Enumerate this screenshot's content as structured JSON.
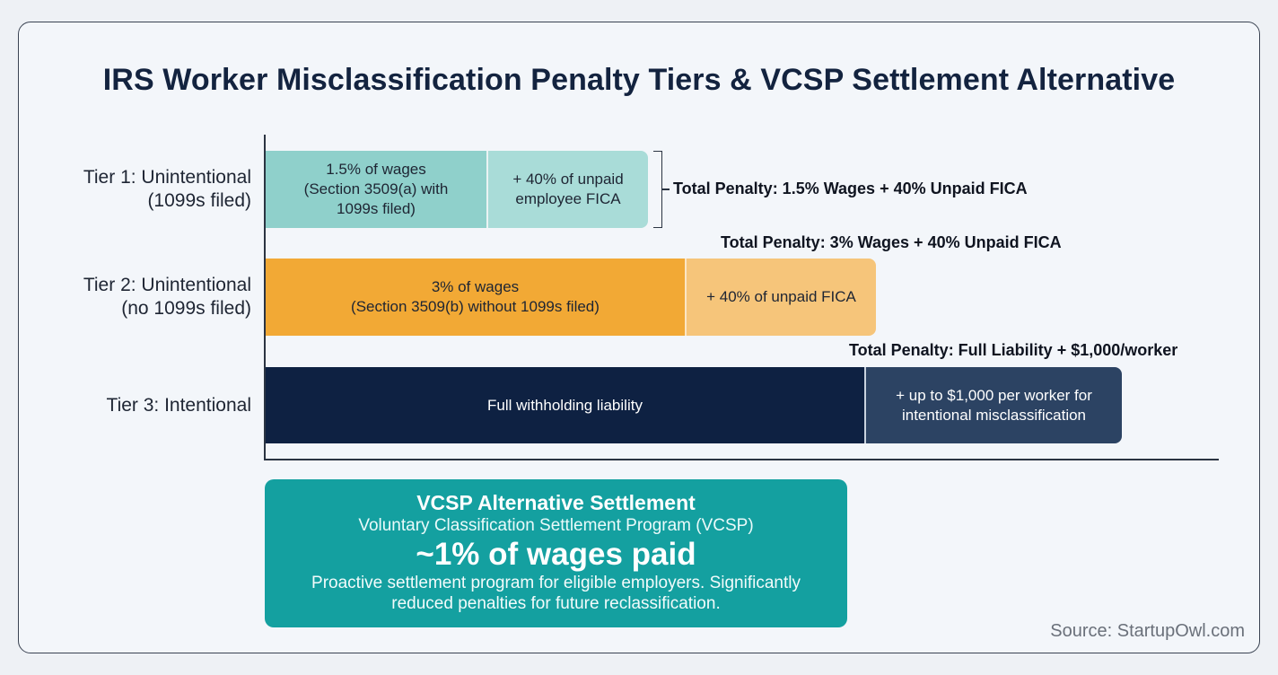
{
  "title": "IRS Worker Misclassification Penalty Tiers & VCSP Settlement Alternative",
  "colors": {
    "tier1_base": "#8fd0cb",
    "tier1_add": "#a9dcd8",
    "tier2_base": "#f2a935",
    "tier2_add": "#f6c57a",
    "tier3_base": "#0e2142",
    "tier3_add": "#2c4363",
    "vcsp": "#14a0a0"
  },
  "tiers": [
    {
      "label_line1": "Tier 1: Unintentional",
      "label_line2": "(1099s filed)",
      "base_text": [
        "1.5% of wages",
        "(Section 3509(a) with",
        "1099s filed)"
      ],
      "add_text": [
        "+ 40% of unpaid",
        "employee FICA"
      ],
      "total": "Total Penalty: 1.5% Wages + 40% Unpaid FICA"
    },
    {
      "label_line1": "Tier 2: Unintentional",
      "label_line2": "(no 1099s filed)",
      "base_text": [
        "3% of wages",
        "(Section 3509(b) without 1099s filed)"
      ],
      "add_text": [
        "+ 40% of unpaid FICA"
      ],
      "total": "Total Penalty: 3% Wages + 40% Unpaid FICA"
    },
    {
      "label_line1": "Tier 3: Intentional",
      "label_line2": "",
      "base_text": [
        "Full withholding liability"
      ],
      "add_text": [
        "+ up to $1,000 per worker for",
        "intentional misclassification"
      ],
      "total": "Total Penalty: Full Liability + $1,000/worker"
    }
  ],
  "vcsp": {
    "heading": "VCSP Alternative Settlement",
    "subheading": "Voluntary Classification Settlement Program (VCSP)",
    "rate": "~1% of wages paid",
    "desc_line1": "Proactive settlement program for eligible employers. Significantly",
    "desc_line2": "reduced penalties for future reclassification."
  },
  "source": "Source: StartupOwl.com"
}
